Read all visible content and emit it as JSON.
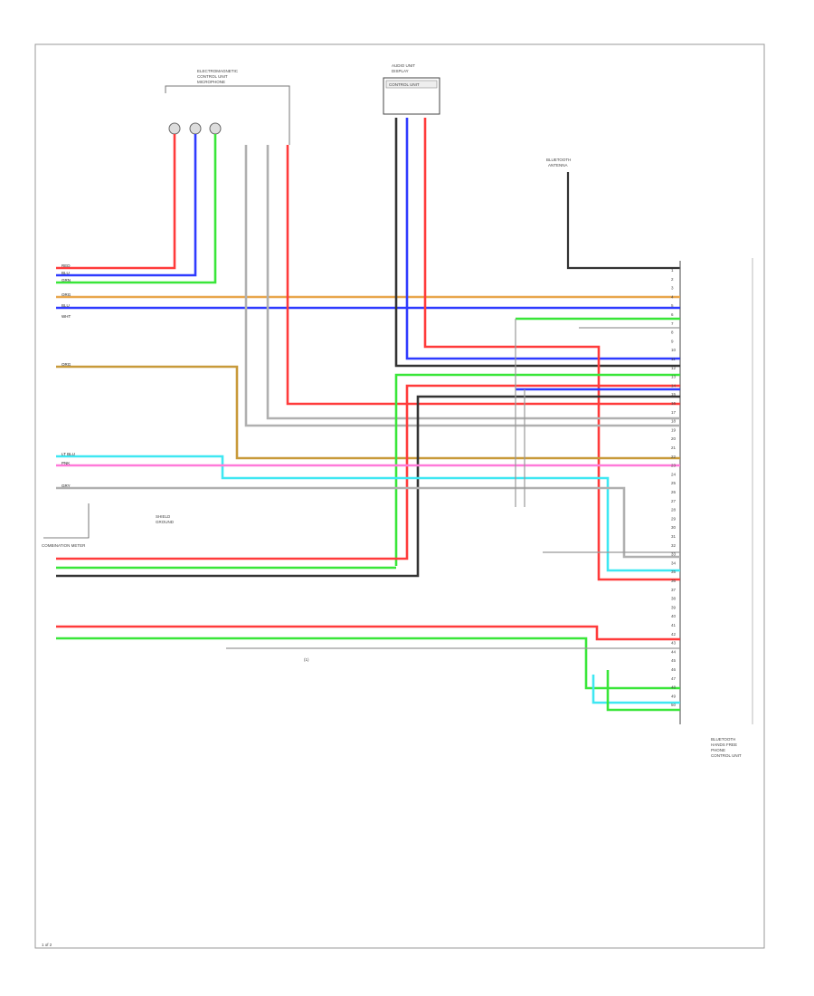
{
  "footer": {
    "code": "1 of 2"
  },
  "labels": {
    "speaker_box": [
      "ELECTROMAGNETIC",
      "CONTROL UNIT",
      "MICROPHONE"
    ],
    "display_box": [
      "AUDIO UNIT",
      "DISPLAY",
      "CONTROL UNIT"
    ],
    "antenna": [
      "BLUETOOTH",
      "ANTENNA"
    ],
    "right_unit": [
      "BLUETOOTH",
      "HANDS FREE",
      "PHONE",
      "CONTROL UNIT"
    ],
    "left_sub": "COMBINATION METER",
    "ground_box": [
      "SHIELD",
      "GROUND"
    ],
    "bottom_conn": "(1)"
  },
  "colors": {
    "red": "#ff3b3b",
    "blue": "#2f3bff",
    "green": "#39e639",
    "orange": "#e8a64c",
    "black": "#333333",
    "gray": "#b0b0b0",
    "pink": "#ff7ad9",
    "cyan": "#3fe7f2",
    "tan": "#c89a3a"
  },
  "wire_labels": {
    "left_rows": [
      "RED",
      "BLU",
      "GRN",
      "ORG",
      "BLU",
      "WHT",
      "ORG",
      "LT BLU",
      "PNK",
      "GRY"
    ],
    "pins": [
      "1",
      "2",
      "3",
      "4",
      "5",
      "6",
      "7",
      "8",
      "9",
      "10",
      "11",
      "12",
      "13",
      "14",
      "15",
      "16",
      "17",
      "18",
      "19",
      "20",
      "21",
      "22",
      "23",
      "24",
      "25",
      "26",
      "27",
      "28",
      "29",
      "30",
      "31",
      "32",
      "33",
      "34",
      "35",
      "36",
      "37",
      "38",
      "39",
      "40",
      "41",
      "42",
      "43",
      "44",
      "45",
      "46",
      "47",
      "48",
      "49",
      "50"
    ]
  }
}
